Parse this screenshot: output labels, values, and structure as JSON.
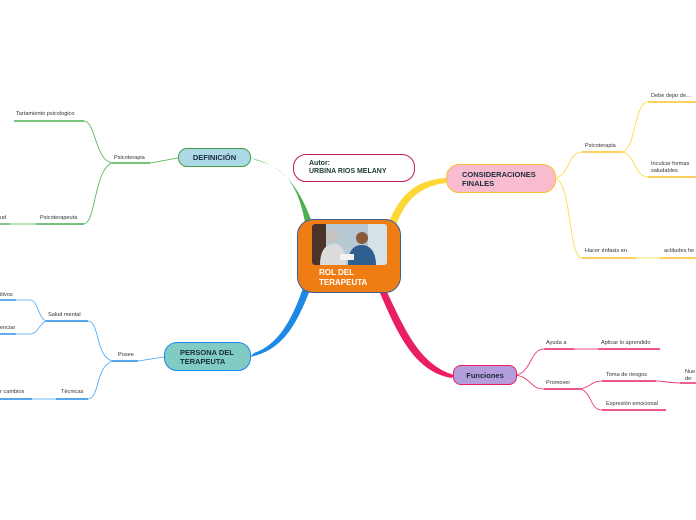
{
  "central": {
    "title": "ROL DEL\nTERAPEUTA",
    "image": "therapy-session-photo"
  },
  "author": {
    "text": "Autor:\nURBINA RIOS MELANY"
  },
  "branches": {
    "definicion": {
      "label": "DEFINICIÓN",
      "color": "#4caf50"
    },
    "persona": {
      "label": "PERSONA DEL\nTERAPEUTA",
      "color": "#2196f3"
    },
    "consideraciones": {
      "label": "CONSIDERACIONES\nFINALES",
      "color": "#fbc02d"
    },
    "funciones": {
      "label": "Funciones",
      "color": "#e91e63"
    }
  },
  "definicion_items": {
    "psicoterapia": "Psicoterapia",
    "tratamiento": "Tartamiento psicologico",
    "psicoterapeuta": "Psicoterapeuta",
    "ud": "ud"
  },
  "persona_items": {
    "posee": "Posee",
    "salud_mental": "Salud mental",
    "tecnicas": "Técnicas",
    "itivos": "itivos",
    "enciar": "enciar",
    "cambios": "r cambios"
  },
  "consideraciones_items": {
    "psicoterapia": "Psicoterapia",
    "debe_dejar": "Debe dejar de…",
    "inculcar": "Inculcar formas\nsaludables",
    "enfasis": "Hacer énfasis en",
    "actitudes": "actitudes he"
  },
  "funciones_items": {
    "ayuda": "Ayuda a",
    "aplicar": "Aplicar lo aprendido",
    "promover": "Promover",
    "toma_riesgos": "Toma de riesgos",
    "expresion": "Expresión emocional",
    "nue": "Nue\nde:"
  }
}
